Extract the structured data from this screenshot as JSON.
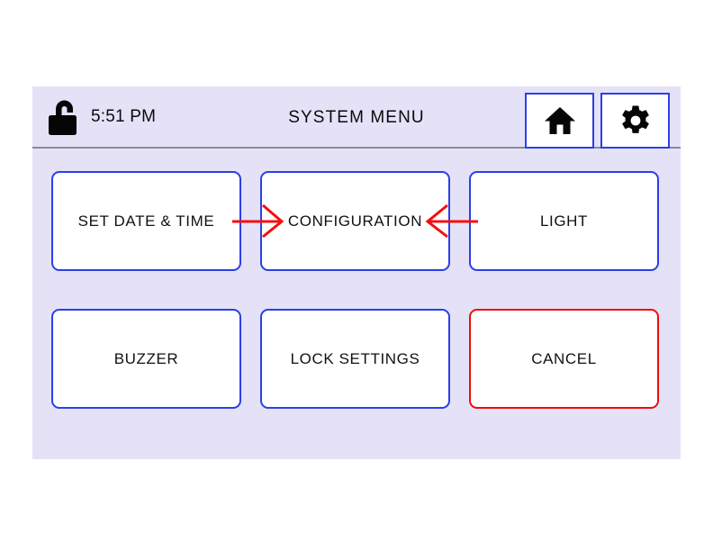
{
  "panel": {
    "background_color": "#e5e2f8",
    "accent_color": "#2a3fe8",
    "danger_color": "#f00c0c",
    "annotation_color": "#f50f0f"
  },
  "header": {
    "lock_icon": "unlock-icon",
    "lock_state": "unlocked",
    "time": "5:51 PM",
    "title": "SYSTEM MENU",
    "buttons": [
      {
        "name": "home-button",
        "icon": "home-icon"
      },
      {
        "name": "settings-button",
        "icon": "gear-icon"
      }
    ]
  },
  "menu": {
    "items": [
      {
        "label": "SET DATE & TIME",
        "style": "primary"
      },
      {
        "label": "CONFIGURATION",
        "style": "primary"
      },
      {
        "label": "LIGHT",
        "style": "primary"
      },
      {
        "label": "BUZZER",
        "style": "primary"
      },
      {
        "label": "LOCK SETTINGS",
        "style": "primary"
      },
      {
        "label": "CANCEL",
        "style": "danger"
      }
    ]
  },
  "annotations": {
    "arrows": [
      {
        "name": "arrow-pointer-left",
        "direction": "right",
        "target": "CONFIGURATION"
      },
      {
        "name": "arrow-pointer-right",
        "direction": "left",
        "target": "CONFIGURATION"
      }
    ]
  }
}
